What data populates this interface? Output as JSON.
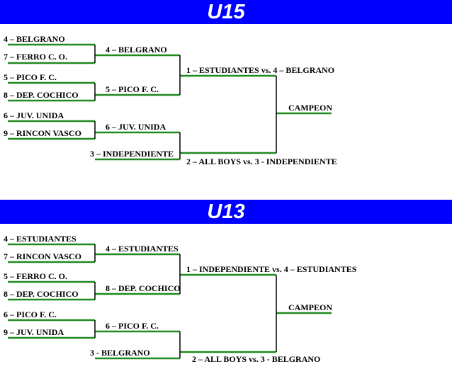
{
  "brackets": [
    {
      "title": "U15",
      "round1": [
        "4 – BELGRANO",
        "7 – FERRO C. O.",
        "5 – PICO F. C.",
        "8 – DEP. COCHICO",
        "6 – JUV. UNIDA",
        "9 – RINCON VASCO"
      ],
      "round2": [
        "4 – BELGRANO",
        "5 – PICO F. C.",
        "6 – JUV. UNIDA",
        "3 – INDEPENDIENTE"
      ],
      "semifinals": [
        "1 – ESTUDIANTES vs. 4 – BELGRANO",
        "2 – ALL BOYS vs. 3 - INDEPENDIENTE"
      ],
      "final": "CAMPEON"
    },
    {
      "title": "U13",
      "round1": [
        "4 – ESTUDIANTES",
        "7 – RINCON VASCO",
        "5 – FERRO C. O.",
        "8 – DEP. COCHICO",
        "6 – PICO F. C.",
        "9 – JUV. UNIDA"
      ],
      "round2": [
        "4 – ESTUDIANTES",
        "8 – DEP. COCHICO",
        "6 – PICO F. C.",
        "3 - BELGRANO"
      ],
      "semifinals": [
        "1 – INDEPENDIENTE vs. 4 – ESTUDIANTES",
        "2 – ALL BOYS vs. 3 - BELGRANO"
      ],
      "final": "CAMPEON"
    }
  ]
}
